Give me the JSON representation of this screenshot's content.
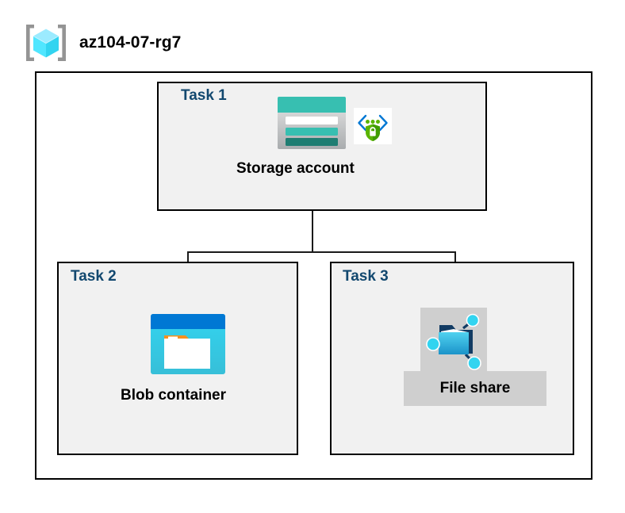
{
  "header": {
    "resource_group_name": "az104-07-rg7",
    "icon": "resource-group-icon"
  },
  "diagram": {
    "type": "azure-architecture",
    "container_label": "resource-group-boundary",
    "tasks": [
      {
        "id": "task1",
        "label": "Task 1",
        "node_label": "Storage account",
        "icons": [
          "storage-account-icon",
          "private-endpoint-icon"
        ]
      },
      {
        "id": "task2",
        "label": "Task 2",
        "node_label": "Blob container",
        "icons": [
          "blob-container-icon"
        ]
      },
      {
        "id": "task3",
        "label": "Task 3",
        "node_label": "File share",
        "icons": [
          "file-share-icon"
        ]
      }
    ],
    "connections": [
      {
        "from": "Storage account",
        "to": "Blob container"
      },
      {
        "from": "Storage account",
        "to": "File share"
      }
    ]
  },
  "colors": {
    "task_label": "#12486f",
    "node_label": "#000000",
    "box_border": "#000000",
    "box_fill": "#f1f1f1",
    "page_background": "#ffffff",
    "connector": "#1a1a1a",
    "plate_gray": "#cfcfcf",
    "storage_teal": "#37bfb1",
    "storage_teal_dark": "#1e7d72",
    "blob_blue": "#0078d4",
    "blob_cyan": "#32d4f0",
    "blob_orange": "#f7901e",
    "fileshare_blue": "#32bedd",
    "endpoint_green": "#5ab400",
    "cube_cyan": "#50e6ff",
    "bracket_gray": "#949494"
  }
}
